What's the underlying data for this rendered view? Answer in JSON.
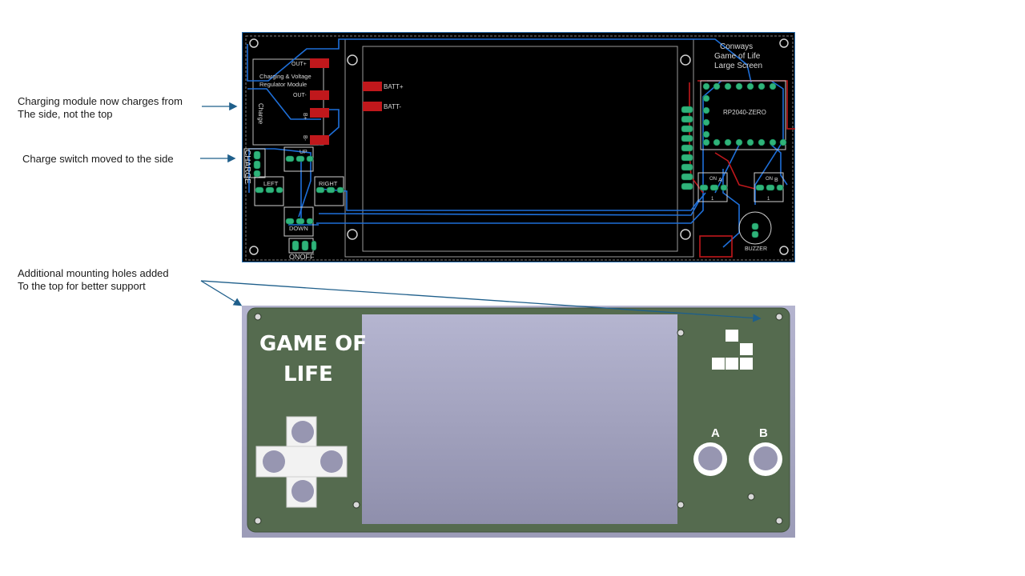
{
  "annotations": {
    "charging_module": [
      "Charging module now charges from",
      "The side, not the top"
    ],
    "charge_switch": "Charge switch moved to the side",
    "mounting_holes": [
      "Additional mounting holes added",
      "To the top for better support"
    ]
  },
  "pcb": {
    "title_lines": [
      "Conways",
      "Game of Life",
      "Large Screen"
    ],
    "module_label_lines": [
      "Charging & Voltage",
      "Regulator Module"
    ],
    "out_plus": "OUT+",
    "out_minus": "OUT-",
    "b_plus": "B+",
    "b_minus": "B-",
    "batt_plus": "BATT+",
    "batt_minus": "BATT-",
    "mcu": "RP2040-ZERO",
    "charge": "CHARGE",
    "charge_rot": "Charge",
    "onoff": "ONOFF",
    "left": "LEFT",
    "right": "RIGHT",
    "up": "UP",
    "down": "DOWN",
    "a": "A",
    "b": "B",
    "buzzer": "BUZZER",
    "on": "ON",
    "one": "1"
  },
  "front_panel": {
    "logo_lines": [
      "GAME OF",
      "LIFE"
    ],
    "button_a": "A",
    "button_b": "B"
  },
  "colors": {
    "arrow": "#1f5f8b",
    "pcb_bg": "#000000",
    "trace": "#1e6fd9",
    "pad_red": "#c0181c",
    "pad_green": "#2fb37a",
    "panel_green": "#556b4f",
    "screen": "#a9a9c4"
  }
}
